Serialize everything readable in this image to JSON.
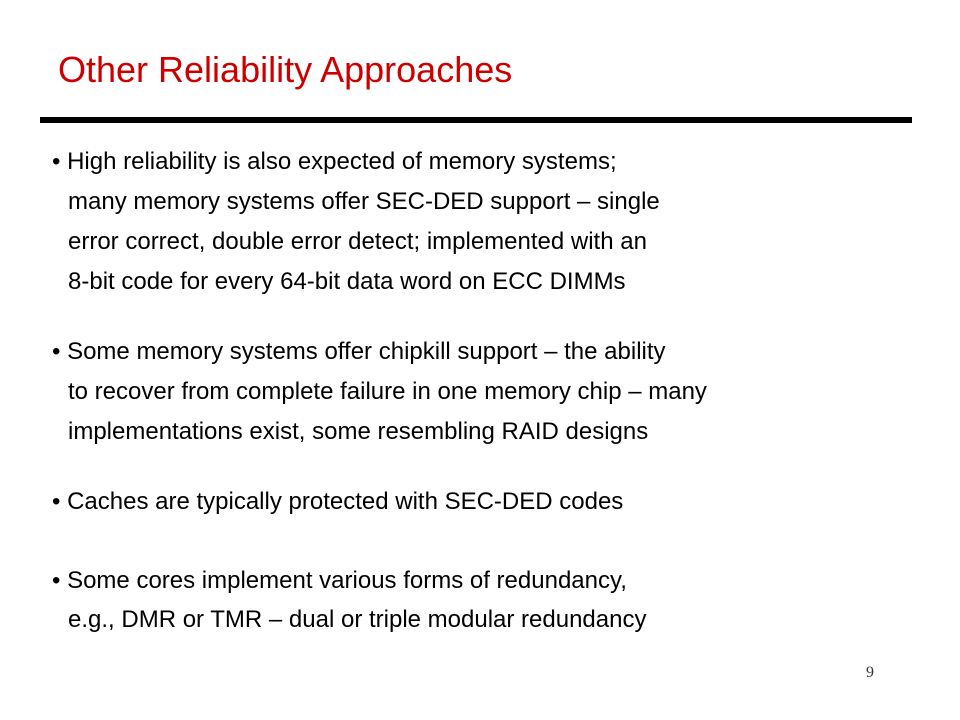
{
  "slide": {
    "title": "Other Reliability Approaches",
    "page_number": "9",
    "bullet_char": "•",
    "bullets": [
      {
        "lines": [
          "High reliability is also expected of memory systems;",
          "many memory systems offer SEC-DED support – single",
          "error correct, double error detect; implemented with an",
          "8-bit code for every 64-bit data word on ECC DIMMs"
        ]
      },
      {
        "lines": [
          "Some memory systems offer chipkill support – the ability",
          "to recover from complete failure in one memory chip – many",
          "implementations exist, some resembling RAID designs"
        ]
      },
      {
        "lines": [
          "Caches are typically protected with SEC-DED codes"
        ]
      },
      {
        "lines": [
          "Some cores implement various forms of redundancy,",
          "e.g., DMR or TMR – dual or triple modular redundancy"
        ]
      }
    ],
    "colors": {
      "title": "#cc0000",
      "text": "#000000",
      "rule": "#000000"
    }
  }
}
